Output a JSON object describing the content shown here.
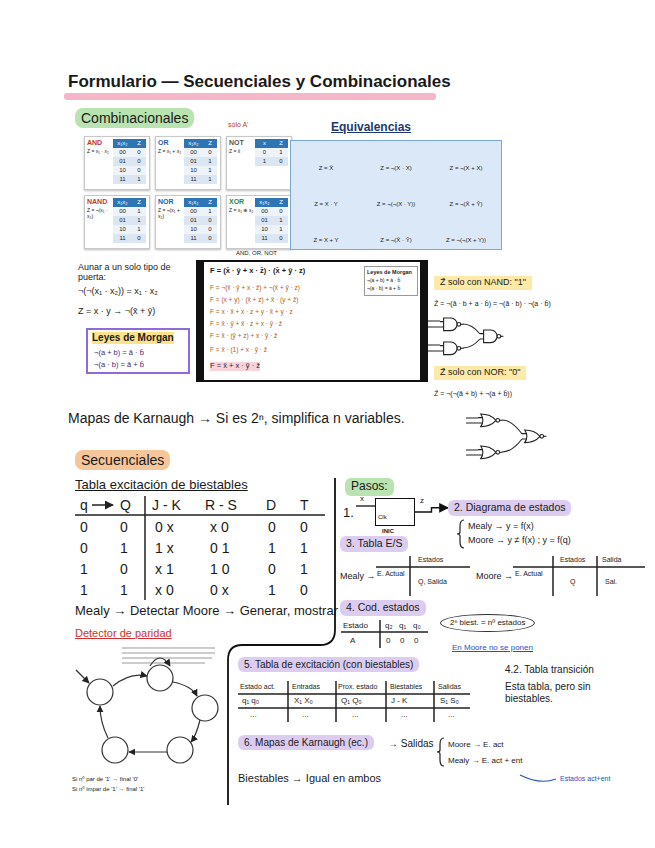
{
  "diagram": {
    "title": "Formulario — Secuenciales y Combinacionales",
    "nodes": [
      {
        "text": [
          "Combinacionales"
        ]
      },
      {
        "text": [
          "AND",
          "Z = x₁ · x₂",
          "x₁x₂",
          "Z",
          "00",
          "0",
          "01",
          "0",
          "10",
          "0",
          "11",
          "1"
        ]
      },
      {
        "text": [
          "OR",
          "Z = x₁ + x₂",
          "x₁x₂",
          "Z",
          "00",
          "0",
          "01",
          "1",
          "10",
          "1",
          "11",
          "1"
        ]
      },
      {
        "text": [
          "NOT",
          "Z = x̄",
          "x",
          "Z",
          "0",
          "1",
          "1",
          "0"
        ]
      },
      {
        "text": [
          "NAND",
          "Z = ¬(x₁ · x₂)",
          "x₁x₂",
          "Z",
          "00",
          "1",
          "01",
          "1",
          "10",
          "1",
          "11",
          "0"
        ]
      },
      {
        "text": [
          "NOR",
          "Z = ¬(x₁ + x₂)",
          "x₁x₂",
          "Z",
          "00",
          "1",
          "01",
          "0",
          "10",
          "0",
          "11",
          "0"
        ]
      },
      {
        "text": [
          "XOR",
          "Z = x₁ ⊕ x₂",
          "x₁x₂",
          "Z",
          "00",
          "0",
          "01",
          "1",
          "10",
          "1",
          "11",
          "0"
        ]
      },
      {
        "text": [
          "Equivalencias",
          "Z = X̄",
          "Z = ¬(X · X)",
          "Z = ¬(X + X)",
          "Z = X · Y",
          "Z = ¬(¬(X · Y))",
          "Z = ¬(X̄ + Ȳ)",
          "Z = X + Y",
          "Z = ¬(X̄ · Ȳ)",
          "Z = ¬(¬(X + Y))"
        ]
      },
      {
        "text": [
          "F = (x̄ · ȳ + x · z̄) · (x̄ + ȳ · z)",
          "F = ¬(x̄ · ȳ + x · z̄) + ¬(x̄ + ȳ · z)",
          "F = (x + y) · (x̄ + z) + x̄ · (y + z̄)",
          "F = x · x̄ + x · z + y · x̄ + y · z",
          "F = x̄ · ȳ + x̄ · z + x · ȳ · z̄",
          "F = x̄ · (ȳ + z) + x · ȳ · z̄",
          "F = x̄ · (1) + x · ȳ · z̄",
          "F = x̄ + x · ȳ · z̄"
        ]
      },
      {
        "text": [
          "Leyes de Morgan",
          "¬(a + b) = ā · b̄",
          "¬(a · b) = ā + b̄"
        ],
        "in": 8
      },
      {
        "text": [
          "Leyes de Morgan",
          "¬(a + b) = ā · b̄",
          "¬(a · b) = ā + b̄"
        ]
      },
      {
        "text": [
          "Z̄ solo con NAND: \"1\""
        ]
      },
      {
        "text": [
          "Z̄ solo con NOR: \"0\""
        ]
      },
      {
        "text": [
          "Secuenciales"
        ]
      },
      {
        "text": [
          "Pasos:"
        ]
      },
      {
        "text": [
          "Clk",
          "INIC"
        ]
      },
      {
        "text": [
          "2. Diagrama de estados"
        ]
      },
      {
        "text": [
          "3. Tabla E/S"
        ]
      },
      {
        "text": [
          "4. Cod. estados"
        ]
      },
      {
        "text": [
          "2ⁿ biest. = nº estados"
        ]
      },
      {
        "text": [
          "5. Tabla de excitación (con biestables)"
        ]
      },
      {
        "text": [
          "6. Mapas de Karnaugh (ec.)"
        ]
      }
    ],
    "edges": [
      {
        "from": 15,
        "to": 16,
        "arrow": "to"
      }
    ],
    "labels": [
      "sólo A'",
      "AND, OR, NOT",
      "Aunar a un solo tipo de puerta:",
      "¬(¬(x₁ · x₂)) = x₁ · x₂",
      "Z = x · y → ¬(x̄ + ȳ)",
      "Z̄ = ¬(ā · b + a · b̄) = ¬(ā · b) · ¬(a · b̄)",
      "Z̄ = ¬(¬(ā + b) + ¬(a + b̄))",
      "Mapas de Karnaugh → Si es 2ⁿ, simplifica n variables.",
      "Tabla excitación de biestables",
      "q",
      "Q",
      "J - K",
      "R - S",
      "D",
      "T",
      "0",
      "0",
      "0 x",
      "x 0",
      "0",
      "0",
      "0",
      "1",
      "1 x",
      "0 1",
      "1",
      "1",
      "1",
      "0",
      "x 1",
      "1 0",
      "0",
      "1",
      "1",
      "1",
      "x 0",
      "0 x",
      "1",
      "0",
      "Mealy → Detectar Moore → Generar, mostrar",
      "Detector de paridad",
      "Si nº par de '1' → final '0'",
      "Si nº impar de '1' → final '1'",
      "1.",
      "x",
      "z",
      "Mealy → y = f(x)",
      "Moore → y ≠ f(x) ; y = f(q)",
      "Mealy →",
      "E. Actual",
      "Estados",
      "Q, Salida",
      "Moore →",
      "E. Actual",
      "Estados",
      "Salida",
      "Q",
      "Sal.",
      "Estado",
      "q₂",
      "q₁",
      "q₀",
      "A",
      "0",
      "0",
      "0",
      "En Moore no se ponen",
      "4.2. Tabla transición",
      "Esta tabla, pero sin biestables.",
      "Estado act.",
      "Entradas",
      "Prox. estado",
      "Biestables",
      "Salidas",
      "q₁ q₀",
      "X₁ X₀",
      "Q₁ Q₀",
      "J - K",
      "S₁ S₀",
      "...",
      "...",
      "...",
      "...",
      "...",
      "→ Salidas",
      "Moore → E. act",
      "Mealy → E. act + ent",
      "Biestables → Igual en ambos",
      "Estados act+ent"
    ]
  }
}
